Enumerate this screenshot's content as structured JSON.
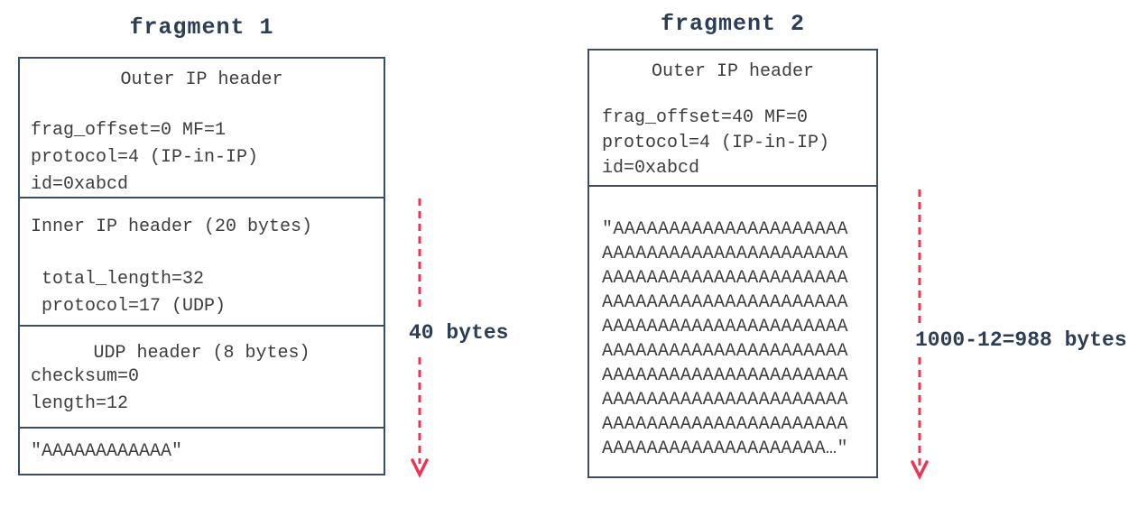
{
  "fragment1": {
    "title": "fragment 1",
    "sections": [
      {
        "heading": "Outer IP header",
        "lines": [
          "frag_offset=0 MF=1",
          "protocol=4 (IP-in-IP)",
          "id=0xabcd"
        ]
      },
      {
        "heading": "Inner IP header (20 bytes)",
        "lines": [
          " total_length=32",
          " protocol=17 (UDP)"
        ]
      },
      {
        "heading": "UDP header (8 bytes)",
        "lines": [
          "checksum=0",
          "length=12"
        ]
      },
      {
        "payload": "\"AAAAAAAAAAAA\""
      }
    ],
    "size_label": "40 bytes"
  },
  "fragment2": {
    "title": "fragment 2",
    "sections": [
      {
        "heading": "Outer IP header",
        "lines": [
          "frag_offset=40 MF=0",
          "protocol=4 (IP-in-IP)",
          "id=0xabcd"
        ]
      },
      {
        "payload": "\"AAAAAAAAAAAAAAAAAAAAA\nAAAAAAAAAAAAAAAAAAAAAA\nAAAAAAAAAAAAAAAAAAAAAA\nAAAAAAAAAAAAAAAAAAAAAA\nAAAAAAAAAAAAAAAAAAAAAA\nAAAAAAAAAAAAAAAAAAAAAA\nAAAAAAAAAAAAAAAAAAAAAA\nAAAAAAAAAAAAAAAAAAAAAA\nAAAAAAAAAAAAAAAAAAAAAA\nAAAAAAAAAAAAAAAAAAAA…\""
      }
    ],
    "size_label": "1000-12=988 bytes"
  },
  "colors": {
    "box_border": "#3e4e60",
    "body_text": "#3d3d3d",
    "title_text": "#2d3e54",
    "arrow": "#ef3352",
    "background": "#ffffff"
  }
}
